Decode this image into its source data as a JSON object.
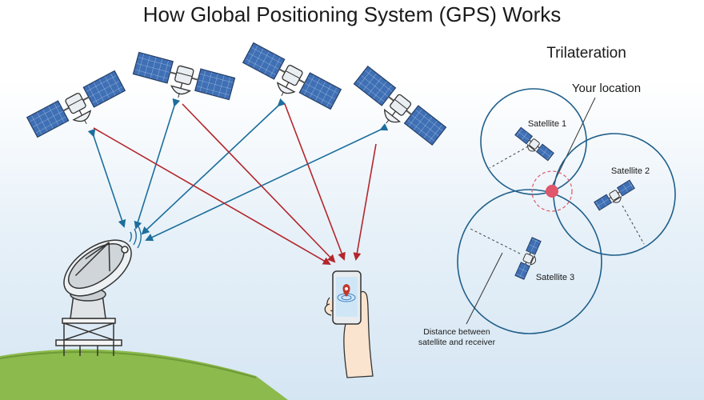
{
  "title": "How Global Positioning System (GPS) Works",
  "trilateration": {
    "heading": "Trilateration",
    "your_location_label": "Your location",
    "satellites": [
      "Satellite 1",
      "Satellite 2",
      "Satellite 3"
    ],
    "distance_label_line1": "Distance between",
    "distance_label_line2": "satellite and receiver"
  },
  "colors": {
    "uplink_blue": "#1c6e9c",
    "downlink_red": "#b3262c",
    "solar_panel": "#3f6fb4",
    "circle_stroke": "#1f5f8a",
    "location_dot": "#e0566a",
    "ground": "#8cba4c"
  },
  "icons": [
    "satellite-icon",
    "ground-station-dish-icon",
    "smartphone-icon",
    "location-pin-icon",
    "hand-icon"
  ]
}
